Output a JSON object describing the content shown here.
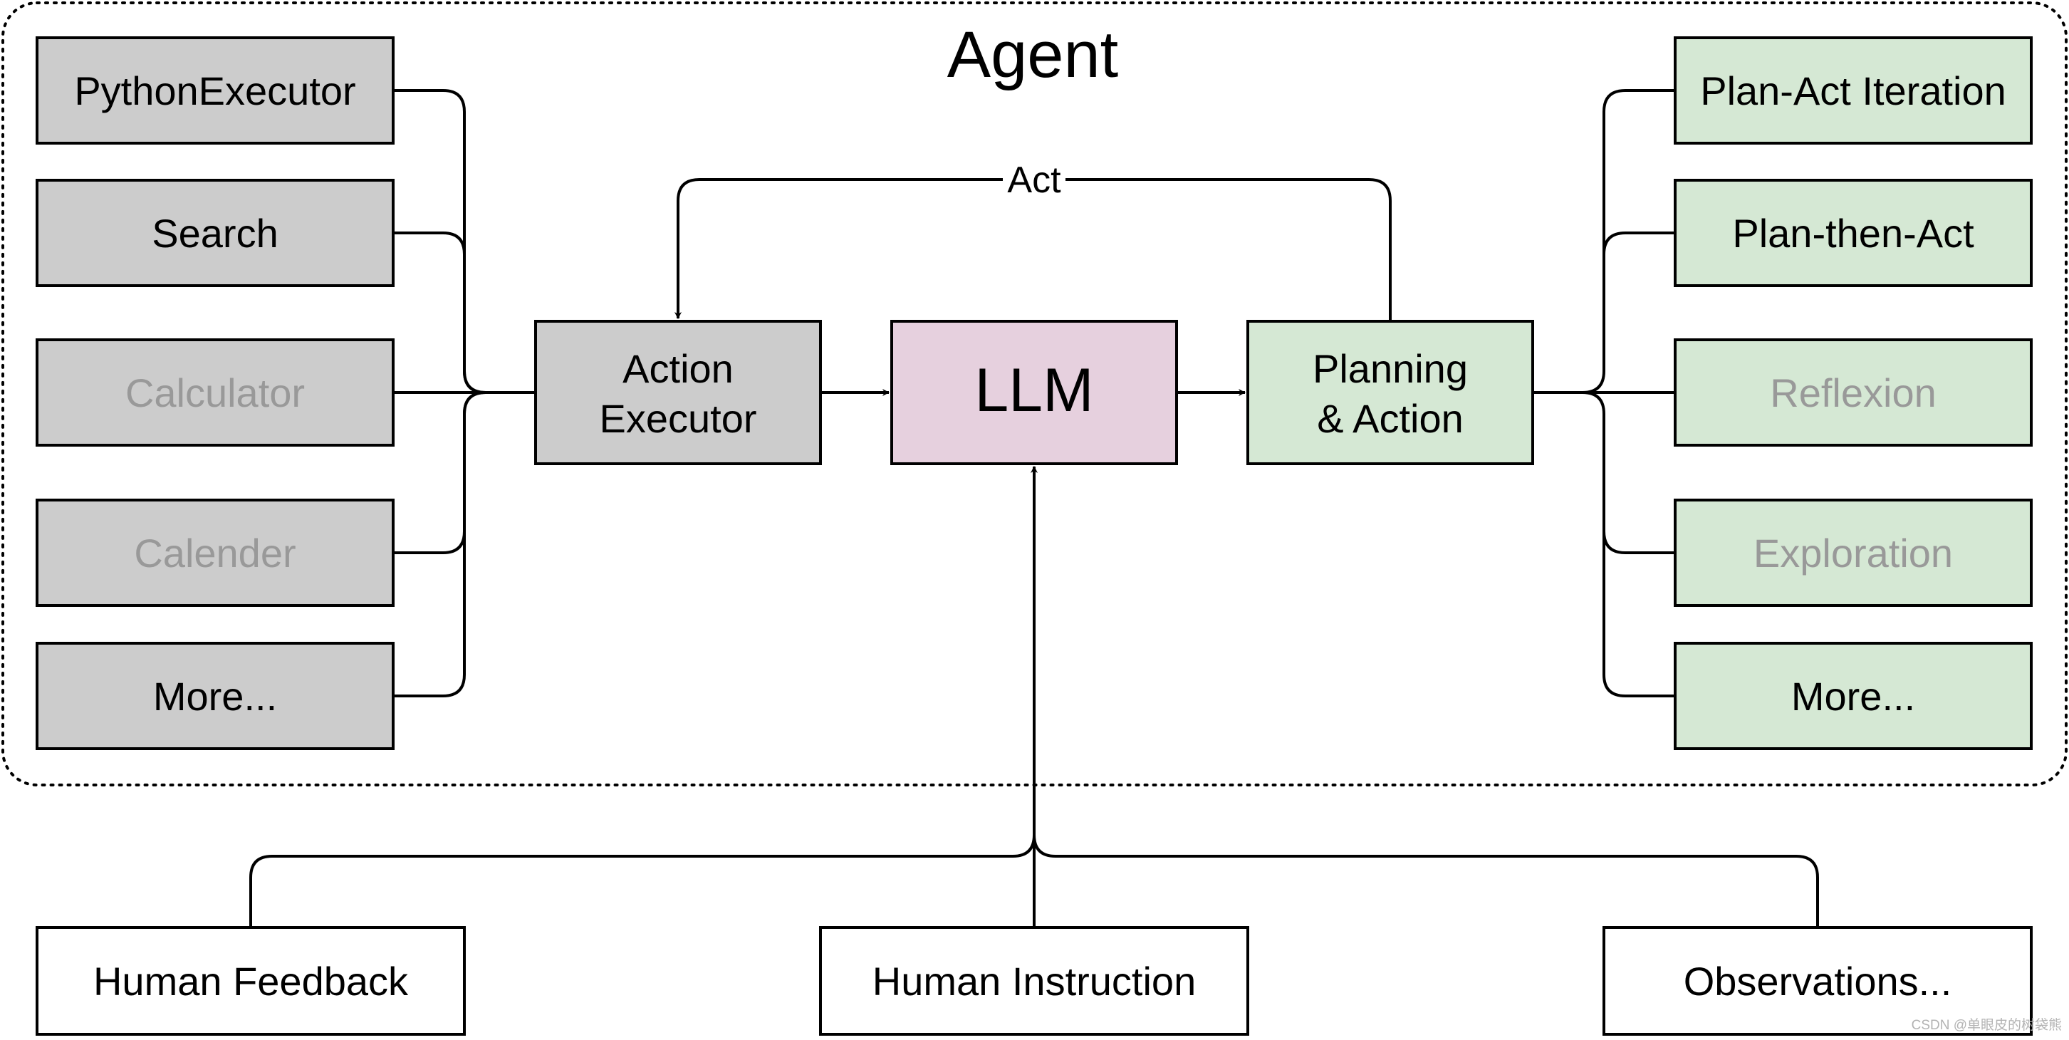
{
  "agent": {
    "title": "Agent"
  },
  "tools": [
    {
      "label": "PythonExecutor",
      "muted": false
    },
    {
      "label": "Search",
      "muted": false
    },
    {
      "label": "Calculator",
      "muted": true
    },
    {
      "label": "Calender",
      "muted": true
    },
    {
      "label": "More...",
      "muted": false
    }
  ],
  "core": {
    "action_executor": [
      "Action",
      "Executor"
    ],
    "llm": "LLM",
    "planning_action": [
      "Planning",
      "& Action"
    ],
    "act_label": "Act"
  },
  "strategies": [
    {
      "label": "Plan-Act Iteration",
      "muted": false
    },
    {
      "label": "Plan-then-Act",
      "muted": false
    },
    {
      "label": "Reflexion",
      "muted": true
    },
    {
      "label": "Exploration",
      "muted": true
    },
    {
      "label": "More...",
      "muted": false
    }
  ],
  "inputs": [
    "Human Feedback",
    "Human Instruction",
    "Observations..."
  ],
  "watermark": "CSDN @单眼皮的树袋熊",
  "colors": {
    "tool_fill": "#cccccc",
    "strategy_fill": "#d5e8d4",
    "llm_fill": "#e6d0de",
    "muted_text": "#999999"
  }
}
